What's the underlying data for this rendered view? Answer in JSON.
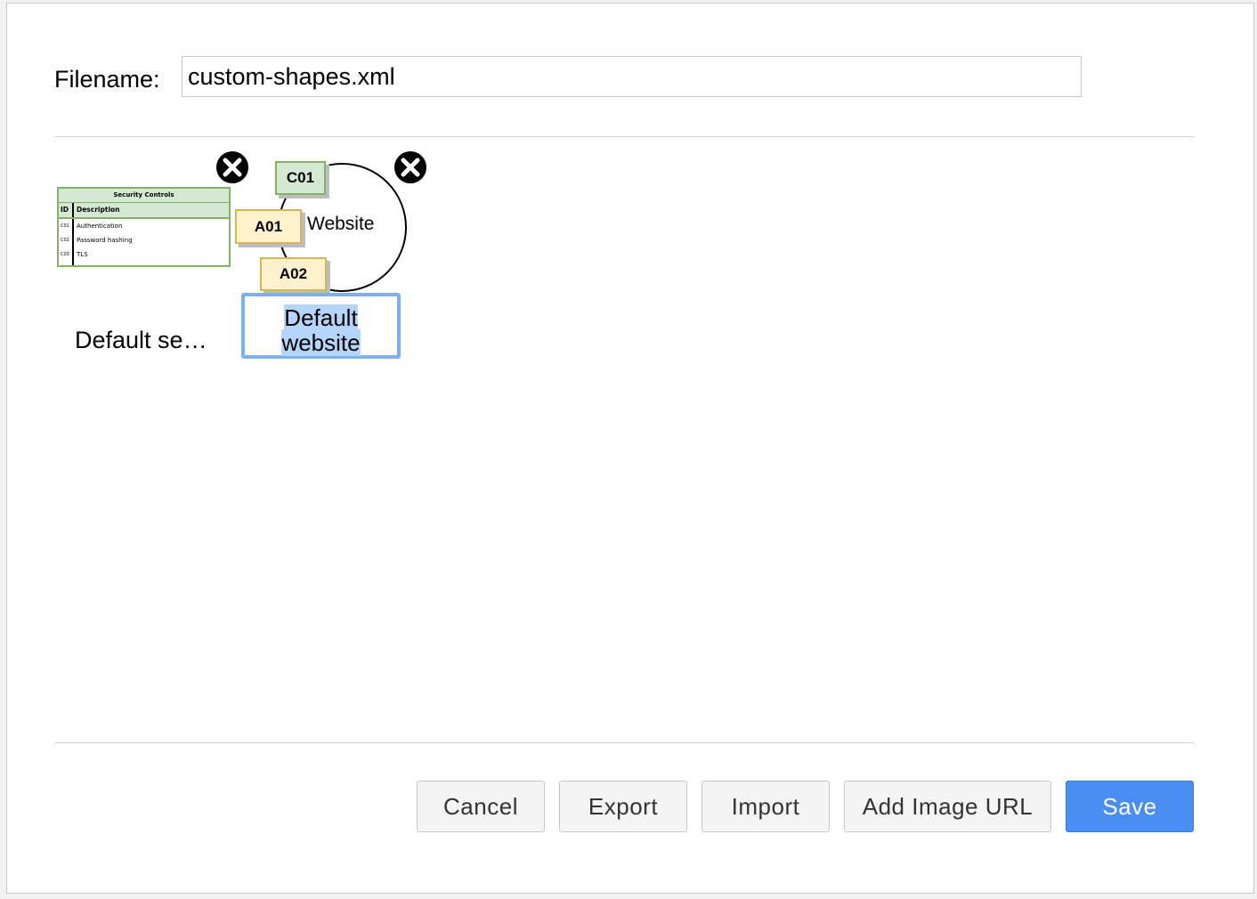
{
  "filename": {
    "label": "Filename:",
    "value": "custom-shapes.xml"
  },
  "library_items": [
    {
      "caption": "Default se…",
      "table": {
        "title": "Security Controls",
        "columns": [
          "ID",
          "Description"
        ],
        "rows": [
          {
            "id": "C01",
            "description": "Authentication"
          },
          {
            "id": "C02",
            "description": "Password hashing"
          },
          {
            "id": "C03",
            "description": "TLS"
          }
        ]
      }
    },
    {
      "caption_line1": "Default",
      "caption_line2": "website",
      "shape": {
        "label": "Website",
        "tags": [
          "C01",
          "A01",
          "A02"
        ]
      }
    }
  ],
  "buttons": {
    "cancel": "Cancel",
    "export": "Export",
    "import": "Import",
    "add_image_url": "Add Image URL",
    "save": "Save"
  },
  "colors": {
    "save_bg": "#4a8ef4",
    "green_fill": "#d5e8d4",
    "green_stroke": "#82b366",
    "yellow_fill": "#fff2cc",
    "yellow_stroke": "#d6b656",
    "selection": "#b6d5fb",
    "edit_border": "#7eaef4"
  },
  "icons": {
    "delete": "close-circle-icon"
  }
}
